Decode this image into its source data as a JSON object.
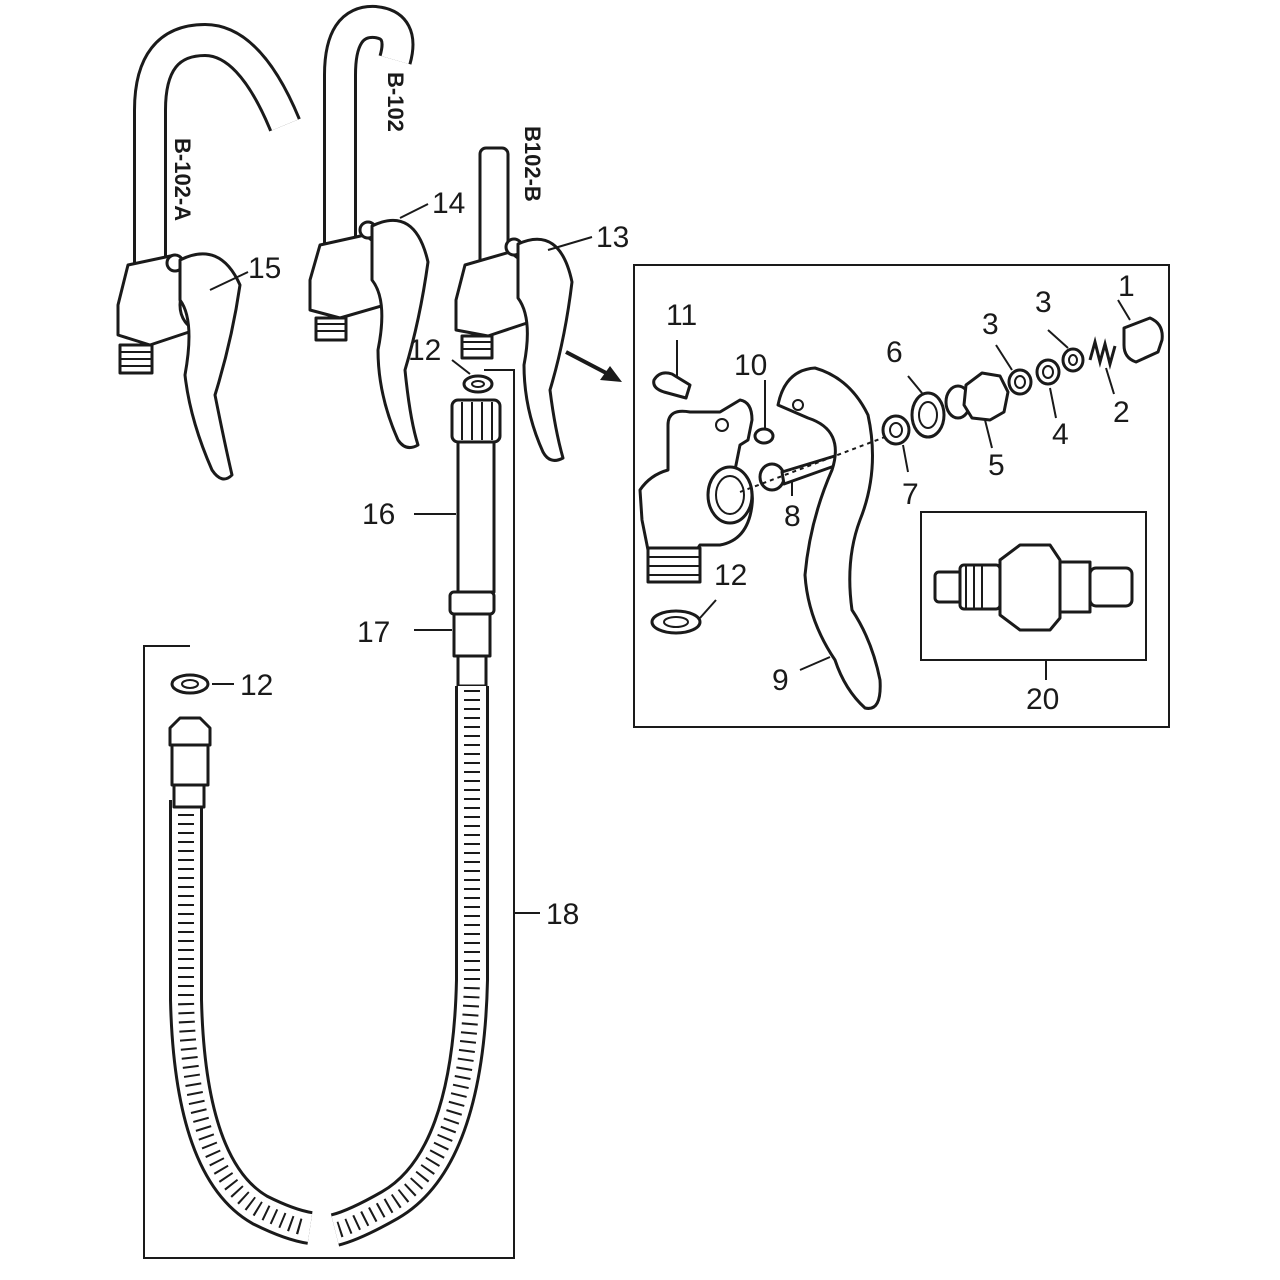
{
  "models": {
    "b102a": "B-102-A",
    "b102": "B-102",
    "b102b": "B102-B"
  },
  "callouts": {
    "c1": "1",
    "c2": "2",
    "c3a": "3",
    "c3b": "3",
    "c4": "4",
    "c5": "5",
    "c6": "6",
    "c7": "7",
    "c8": "8",
    "c9": "9",
    "c10": "10",
    "c11": "11",
    "c12a": "12",
    "c12b": "12",
    "c12c": "12",
    "c13": "13",
    "c14": "14",
    "c15": "15",
    "c16": "16",
    "c17": "17",
    "c18": "18",
    "c20": "20"
  }
}
